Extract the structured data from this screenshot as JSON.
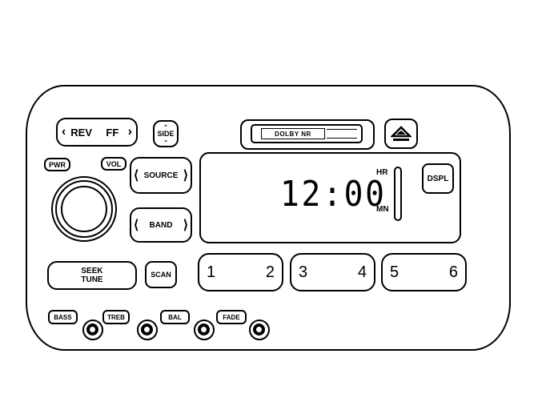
{
  "controls": {
    "rev_label": "REV",
    "ff_label": "FF",
    "side_label": "SIDE",
    "cassette_label": "DOLBY NR",
    "pwr_label": "PWR",
    "vol_label": "VOL",
    "source_label": "SOURCE",
    "band_label": "BAND",
    "dspl_label": "DSPL",
    "seek_label": "SEEK",
    "tune_label": "TUNE",
    "scan_label": "SCAN"
  },
  "display": {
    "clock": "12:00",
    "hr_label": "HR",
    "mn_label": "MN"
  },
  "presets": [
    {
      "left": "1",
      "right": "2"
    },
    {
      "left": "3",
      "right": "4"
    },
    {
      "left": "5",
      "right": "6"
    }
  ],
  "tone": {
    "bass_label": "BASS",
    "treb_label": "TREB",
    "bal_label": "BAL",
    "fade_label": "FADE"
  }
}
